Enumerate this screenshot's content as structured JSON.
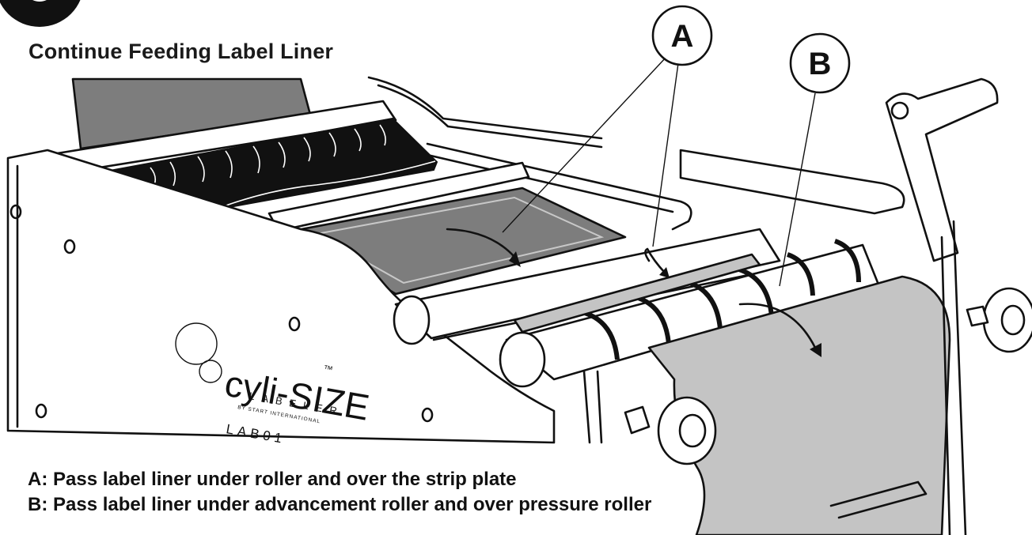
{
  "step_title": "Continue Feeding Label Liner",
  "callouts": {
    "a": "A",
    "b": "B"
  },
  "instructions": {
    "a": "A: Pass label liner under roller and over the strip plate",
    "b": "B: Pass label liner under advancement roller and over pressure roller"
  },
  "branding": {
    "name": "cyli-SIZE",
    "trademark": "™",
    "sub_label": "LABELER",
    "maker": "BY START INTERNATIONAL",
    "model": "LAB01"
  },
  "colors": {
    "ink": "#111111",
    "plate_gray": "#7d7d7d",
    "liner_gray": "#c4c4c4",
    "label_roll": "#111111"
  }
}
